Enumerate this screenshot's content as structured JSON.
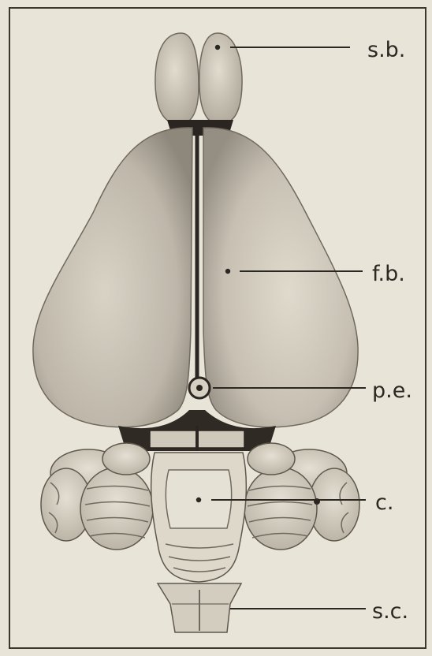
{
  "colors": {
    "paper": "#e9e4d8",
    "ink": "#2b2823",
    "tissue_light": "#d9d3c6",
    "tissue_mid": "#b7b0a3",
    "tissue_dark": "#8e877b",
    "groove": "#2a2520"
  },
  "labels": {
    "olfactory_bulb": "s.b.",
    "forebrain": "f.b.",
    "pineal": "p.e.",
    "cerebellum": "c.",
    "spinal_cord": "s.c."
  }
}
